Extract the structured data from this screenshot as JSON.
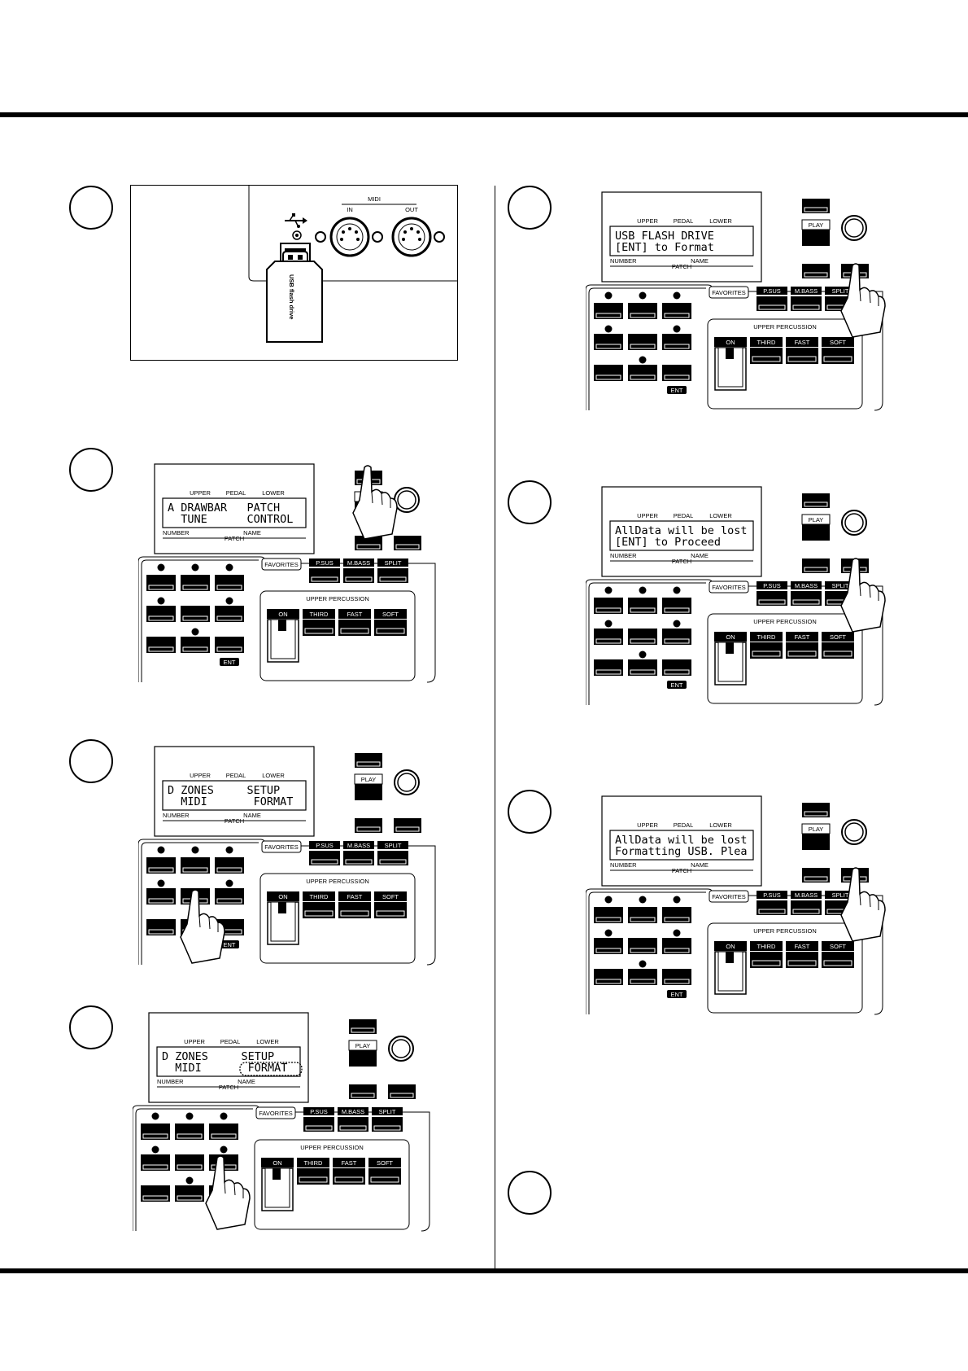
{
  "midi_panel": {
    "midi_label": "MIDI",
    "in_label": "IN",
    "out_label": "OUT",
    "drive_label": "USB flash drive"
  },
  "panel_labels": {
    "upper": "UPPER",
    "pedal": "PEDAL",
    "lower": "LOWER",
    "number": "NUMBER",
    "name": "NAME",
    "patch": "PATCH",
    "play": "PLAY",
    "favorites": "FAVORITES",
    "ent": "ENT",
    "upper_percussion": "UPPER PERCUSSION",
    "tabs": [
      "P.SUS",
      "M.BASS",
      "SPLIT"
    ],
    "perc": [
      "ON",
      "THIRD",
      "FAST",
      "SOFT"
    ]
  },
  "displays": [
    {
      "line1": "A DRAWBAR   PATCH",
      "line2": "  TUNE      CONTROL"
    },
    {
      "line1": "D ZONES     SETUP",
      "line2": "  MIDI       FORMAT"
    },
    {
      "line1": "D ZONES     SETUP",
      "line2": "  MIDI       FORMAT"
    },
    {
      "line1": "USB FLASH DRIVE",
      "line2": "[ENT] to Format"
    },
    {
      "line1": "AllData will be lost",
      "line2": "[ENT] to Proceed"
    },
    {
      "line1": "AllData will be lost",
      "line2": "Formatting USB. Plea"
    }
  ]
}
